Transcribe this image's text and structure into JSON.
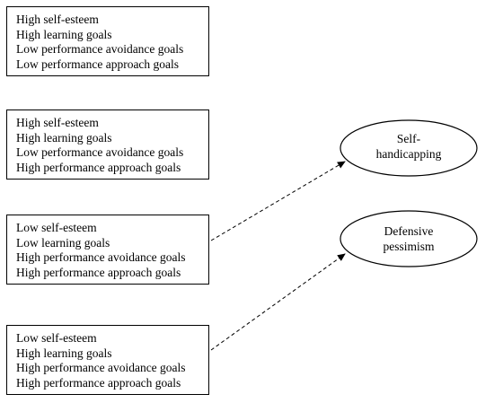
{
  "profiles": [
    {
      "lines": [
        "High self-esteem",
        "High learning goals",
        "Low performance avoidance goals",
        "Low performance approach goals"
      ]
    },
    {
      "lines": [
        "High self-esteem",
        "High learning goals",
        "Low performance avoidance goals",
        "High performance approach goals"
      ]
    },
    {
      "lines": [
        "Low self-esteem",
        "Low learning goals",
        "High performance avoidance goals",
        "High performance approach goals"
      ]
    },
    {
      "lines": [
        "Low self-esteem",
        "High learning goals",
        "High performance avoidance goals",
        "High performance approach goals"
      ]
    }
  ],
  "outcomes": {
    "self_handicapping": {
      "line1": "Self-",
      "line2": "handicapping"
    },
    "defensive_pessimism": {
      "line1": "Defensive",
      "line2": "pessimism"
    }
  },
  "connections": [
    {
      "from": "profile-3",
      "to": "self-handicapping",
      "style": "dashed"
    },
    {
      "from": "profile-4",
      "to": "defensive-pessimism",
      "style": "dashed"
    }
  ]
}
